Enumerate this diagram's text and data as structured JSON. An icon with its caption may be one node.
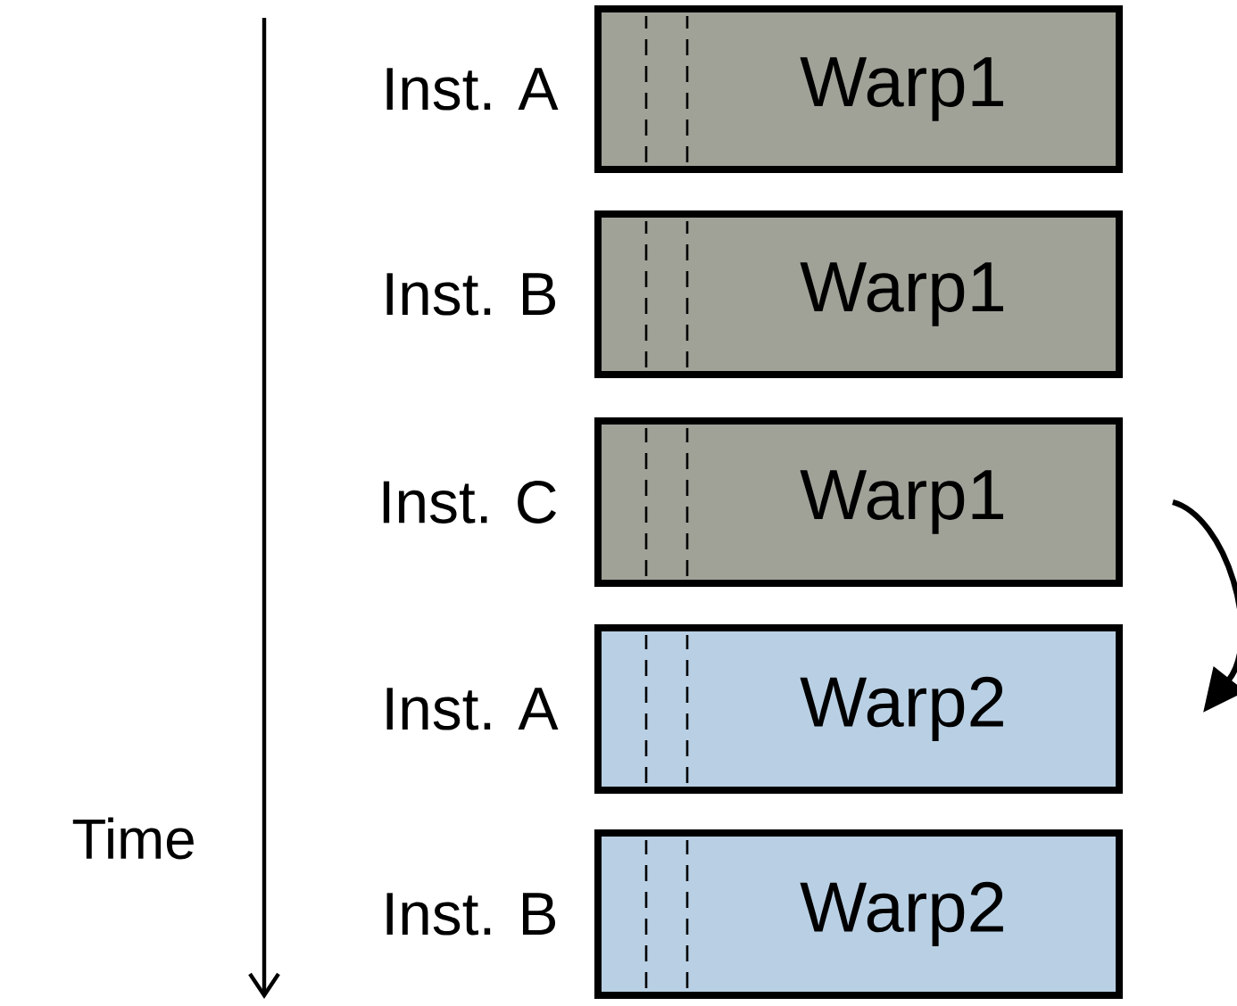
{
  "diagram": {
    "nodes": [
      {
        "text": [
          "Warp1"
        ],
        "beside": [
          "Inst. A"
        ]
      },
      {
        "text": [
          "Warp1"
        ],
        "beside": [
          "Inst. B"
        ]
      },
      {
        "text": [
          "Warp1"
        ],
        "beside": [
          "Inst. C"
        ]
      },
      {
        "text": [
          "Warp2"
        ],
        "beside": [
          "Inst. A"
        ]
      },
      {
        "text": [
          "Warp2"
        ],
        "beside": [
          "Inst. B"
        ]
      }
    ],
    "edges": [
      {
        "from": 2,
        "to": 3,
        "arrow": "to"
      }
    ],
    "labels": [
      "Time"
    ]
  }
}
